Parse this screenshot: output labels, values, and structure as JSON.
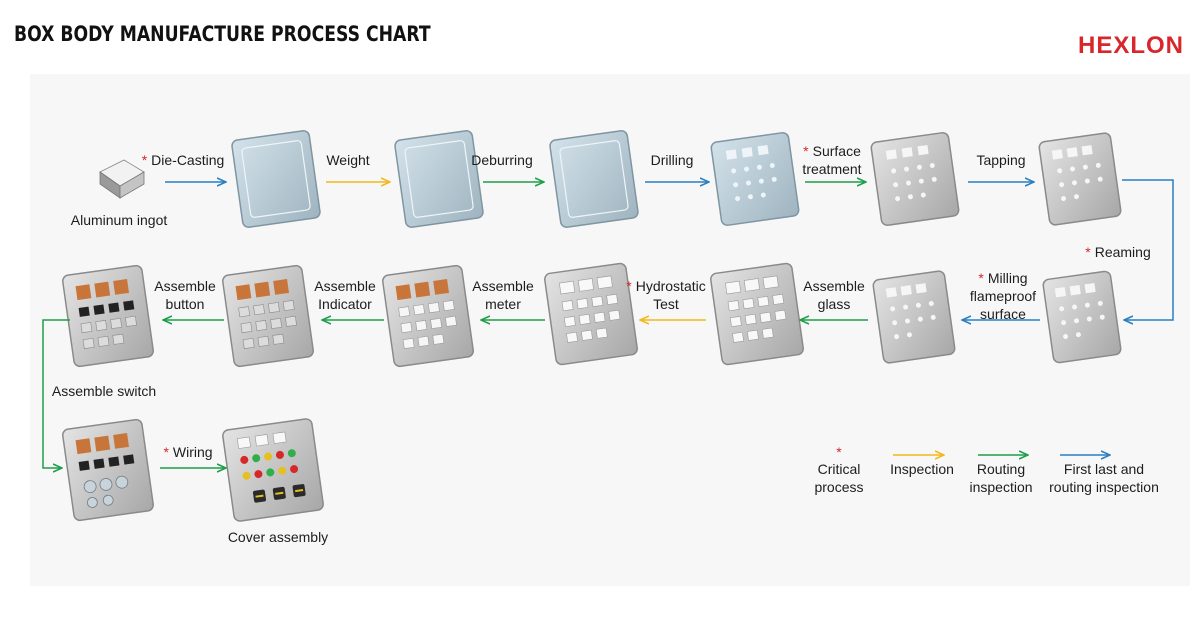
{
  "header": {
    "title": "BOX BODY MANUFACTURE PROCESS CHART",
    "brand": "HEXLON",
    "brand_color": "#d9262b"
  },
  "steps": [
    {
      "id": "aluminum-ingot",
      "label": "Aluminum ingot",
      "critical": false
    },
    {
      "id": "die-casting",
      "label": "Die-Casting",
      "critical": true
    },
    {
      "id": "weight",
      "label": "Weight",
      "critical": false
    },
    {
      "id": "deburring",
      "label": "Deburring",
      "critical": false
    },
    {
      "id": "drilling",
      "label": "Drilling",
      "critical": false
    },
    {
      "id": "surface-treatment",
      "label": "Surface treatment",
      "critical": true
    },
    {
      "id": "tapping",
      "label": "Tapping",
      "critical": false
    },
    {
      "id": "reaming",
      "label": "Reaming",
      "critical": true
    },
    {
      "id": "milling",
      "label": "Milling flameproof surface",
      "critical": true
    },
    {
      "id": "assemble-glass",
      "label": "Assemble glass",
      "critical": false
    },
    {
      "id": "hydrostatic",
      "label": "Hydrostatic Test",
      "critical": true
    },
    {
      "id": "assemble-meter",
      "label": "Assemble meter",
      "critical": false
    },
    {
      "id": "assemble-indicator",
      "label": "Assemble Indicator",
      "critical": false
    },
    {
      "id": "assemble-button",
      "label": "Assemble button",
      "critical": false
    },
    {
      "id": "assemble-switch",
      "label": "Assemble switch",
      "critical": false
    },
    {
      "id": "wiring",
      "label": "Wiring",
      "critical": true
    },
    {
      "id": "cover-assembly",
      "label": "Cover assembly",
      "critical": false
    }
  ],
  "labels": {
    "die_casting": "Die-Casting",
    "aluminum_ingot": "Aluminum ingot",
    "weight": "Weight",
    "deburring": "Deburring",
    "drilling": "Drilling",
    "surface_1": "Surface",
    "surface_2": "treatment",
    "tapping": "Tapping",
    "reaming": "Reaming",
    "milling_1": "Milling",
    "milling_2": "flameproof",
    "milling_3": "surface",
    "glass_1": "Assemble",
    "glass_2": "glass",
    "hydro_1": "Hydrostatic",
    "hydro_2": "Test",
    "meter_1": "Assemble",
    "meter_2": "meter",
    "indicator_1": "Assemble",
    "indicator_2": "Indicator",
    "button_1": "Assemble",
    "button_2": "button",
    "switch": "Assemble switch",
    "wiring": "Wiring",
    "cover": "Cover assembly",
    "star": "*"
  },
  "legend": {
    "critical_1": "Critical",
    "critical_2": "process",
    "inspection": "Inspection",
    "routing_1": "Routing",
    "routing_2": "inspection",
    "first_1": "First last and",
    "first_2": "routing inspection",
    "colors": {
      "critical": "#d62828",
      "inspection": "#f2b81c",
      "routing": "#1e9e4a",
      "first_last_routing": "#2a7fc0"
    }
  }
}
